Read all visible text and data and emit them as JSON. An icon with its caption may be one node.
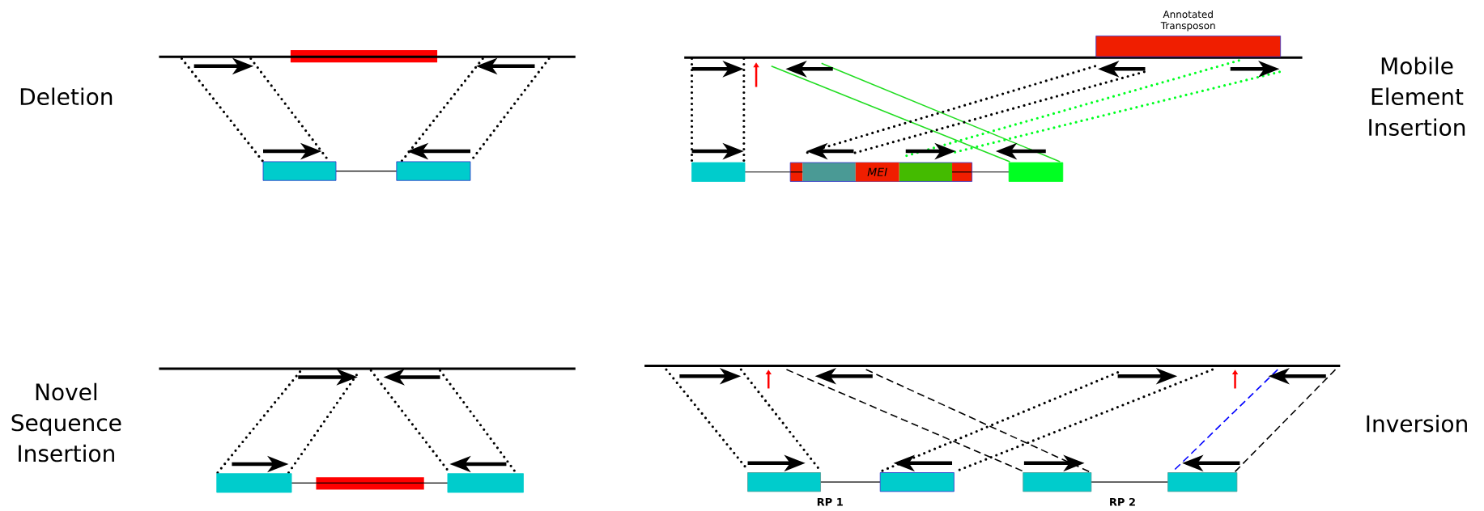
{
  "diagram": {
    "nodes": [
      {
        "text": [
          "Annotated Transposon"
        ]
      },
      {
        "text": [
          "MEI"
        ]
      }
    ],
    "labels": [
      "Deletion",
      "Mobile Element Insertion",
      "Novel Sequence Insertion",
      "Inversion",
      "RP 1",
      "RP 2"
    ]
  }
}
